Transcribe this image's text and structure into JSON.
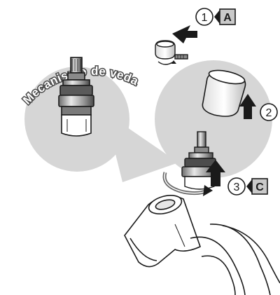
{
  "title_arc": "Mecanismo de vedação",
  "steps": [
    {
      "number": "1",
      "letter": "A"
    },
    {
      "number": "2",
      "letter": ""
    },
    {
      "number": "3",
      "letter": "C"
    }
  ],
  "colors": {
    "circle_fill": "#d6d6d6",
    "outline": "#1a1a1a",
    "label_fill": "#c9c9c9",
    "metal": "#bdbdbd",
    "white": "#ffffff"
  }
}
